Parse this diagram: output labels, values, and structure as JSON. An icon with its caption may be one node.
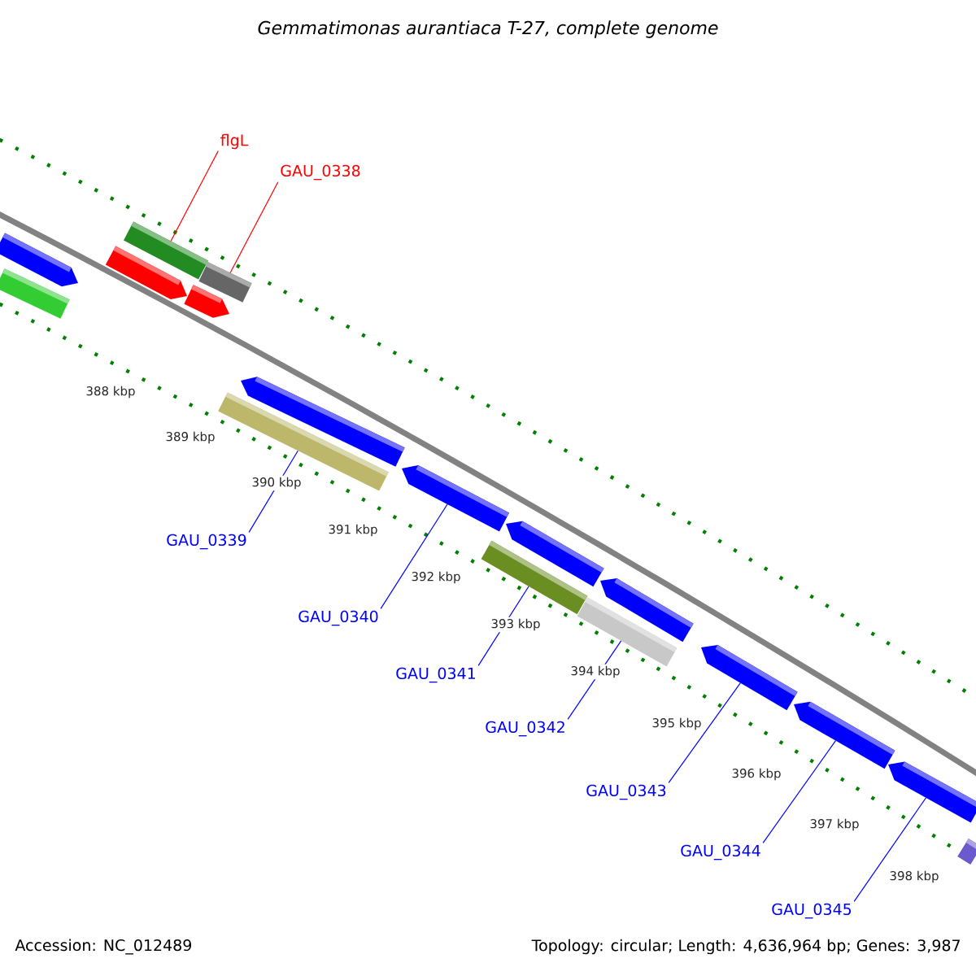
{
  "diagram": {
    "title": "Gemmatimonas aurantiaca T-27, complete genome",
    "nodes": [
      {
        "text": [
          "flgL"
        ]
      },
      {
        "text": [
          "GAU_0338"
        ]
      },
      {
        "text": [
          "GAU_0339"
        ]
      },
      {
        "text": [
          "GAU_0340"
        ]
      },
      {
        "text": [
          "GAU_0341"
        ]
      },
      {
        "text": [
          "GAU_0342"
        ]
      },
      {
        "text": [
          "GAU_0343"
        ]
      },
      {
        "text": [
          "GAU_0344"
        ]
      },
      {
        "text": [
          "GAU_0345"
        ]
      },
      {
        "text": [],
        "shape": "bar"
      },
      {
        "text": [],
        "shape": "bar"
      },
      {
        "text": [],
        "shape": "bar"
      },
      {
        "text": [],
        "shape": "bar"
      },
      {
        "text": [],
        "shape": "bar"
      },
      {
        "text": [],
        "shape": "bar"
      },
      {
        "text": [],
        "shape": "bar"
      },
      {
        "text": [],
        "shape": "bar"
      },
      {
        "text": [],
        "shape": "bar"
      },
      {
        "text": [],
        "shape": "bar"
      },
      {
        "text": [],
        "shape": "bar"
      },
      {
        "text": [],
        "shape": "bar"
      },
      {
        "text": [],
        "shape": "bar"
      },
      {
        "text": [],
        "shape": "bar"
      },
      {
        "text": [],
        "shape": "bar"
      },
      {
        "text": [],
        "shape": "bar"
      },
      {
        "text": [],
        "shape": "bar"
      }
    ],
    "edges": [
      {
        "from": 0,
        "to": 12,
        "arrow": "none",
        "color": "#ff0000"
      },
      {
        "from": 1,
        "to": 14,
        "arrow": "none",
        "color": "#ff0000"
      },
      {
        "from": 2,
        "to": 15,
        "arrow": "none"
      },
      {
        "from": 3,
        "to": 17,
        "arrow": "none"
      },
      {
        "from": 4,
        "to": 18,
        "arrow": "none"
      },
      {
        "from": 5,
        "to": 20,
        "arrow": "none"
      },
      {
        "from": 6,
        "to": 22,
        "arrow": "none"
      },
      {
        "from": 7,
        "to": 23,
        "arrow": "none"
      },
      {
        "from": 8,
        "to": 24,
        "arrow": "none"
      }
    ],
    "labels": [
      "388 kbp",
      "389 kbp",
      "390 kbp",
      "391 kbp",
      "392 kbp",
      "393 kbp",
      "394 kbp",
      "395 kbp",
      "396 kbp",
      "397 kbp",
      "398 kbp",
      "Accession: NC_012489",
      "Topology: circular; Length: 4,636,964 bp; Genes: 3,987"
    ]
  }
}
